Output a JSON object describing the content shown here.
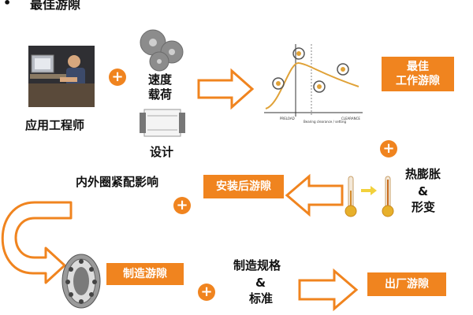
{
  "title": "最佳游隙",
  "bullet": "•",
  "plus_sign": "+",
  "labels": {
    "engineer": "应用工程师",
    "speed": "速度",
    "load": "载荷",
    "design": "设计",
    "inner_outer_fit": "内外圈紧配影响",
    "thermal_line1": "热膨胀",
    "thermal_amp": "&",
    "thermal_line2": "形变",
    "spec_line1": "制造规格",
    "spec_amp": "&",
    "spec_line2": "标准"
  },
  "boxes": {
    "optimal_line1": "最佳",
    "optimal_line2": "工作游隙",
    "installed": "安装后游隙",
    "manufacturing": "制造游隙",
    "factory": "出厂游隙"
  },
  "graph_labels": {
    "x_left": "PRELOAD",
    "x_mid": "Bearing clearance / setting",
    "x_right": "CLEARANCE"
  },
  "colors": {
    "accent": "#f0841f",
    "text": "#111111"
  }
}
